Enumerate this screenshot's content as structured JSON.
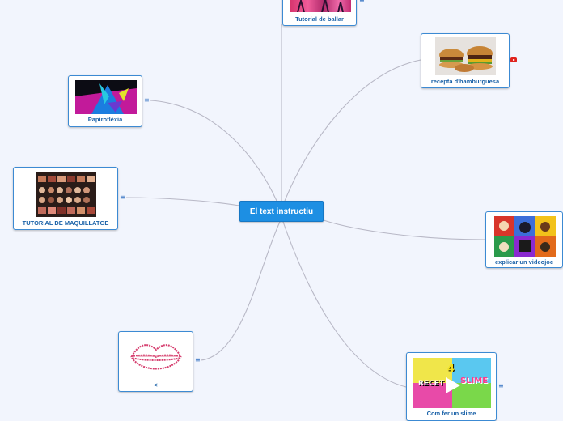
{
  "central_topic": "El text instructiu",
  "topics": [
    {
      "label": "Tutorial de ballar",
      "image": "dancing-photo",
      "marker": "notes-icon"
    },
    {
      "label": "recepta d'hamburguesa",
      "image": "burgers-photo",
      "marker": "youtube-icon"
    },
    {
      "label": "Papiroflèxia",
      "image": "origami-crane-photo",
      "marker": "notes-icon"
    },
    {
      "label": "TUTORIAL DE MAQUILLATGE",
      "image": "makeup-palette-photo",
      "marker": "notes-icon"
    },
    {
      "label": "explicar un videojoc",
      "image": "videogame-collage",
      "marker": "none"
    },
    {
      "label": "<",
      "image": "lips-print-image",
      "marker": "notes-icon"
    },
    {
      "label": "Com fer un slime",
      "image": "slime-recipe-thumbnail",
      "marker": "notes-icon",
      "image_text": [
        "RECET",
        "4",
        "SLIME"
      ]
    }
  ],
  "colors": {
    "background": "#f2f5fd",
    "central": "#1d8fe3",
    "node_border": "#3c8ad3",
    "label": "#1b62a8",
    "link": "#b9b9c8"
  }
}
